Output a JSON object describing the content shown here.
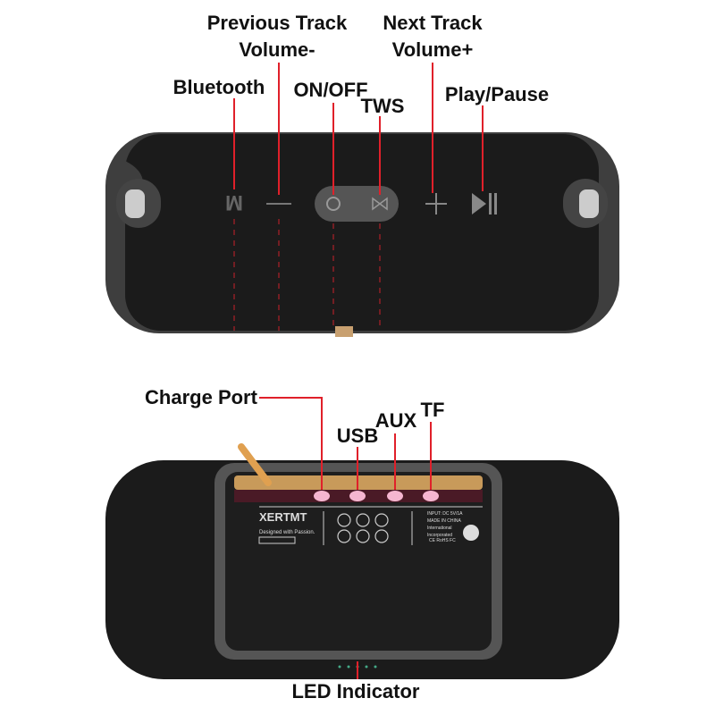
{
  "labels": {
    "previous_track": "Previous Track",
    "volume_minus": "Volume-",
    "next_track": "Next Track",
    "volume_plus": "Volume+",
    "bluetooth": "Bluetooth",
    "on_off": "ON/OFF",
    "tws": "TWS",
    "play_pause": "Play/Pause",
    "charge_port": "Charge Port",
    "usb": "USB",
    "aux": "AUX",
    "tf": "TF",
    "led_indicator": "LED Indicator"
  },
  "product_label": {
    "brand": "XERTMT",
    "tagline": "Designed with Passion.",
    "input": "INPUT: DC 5V/1A",
    "made_in": "MADE IN CHINA",
    "line3": "International",
    "line4": "Incorporated",
    "marks": "CE RoHS FC"
  },
  "colors": {
    "pointer": "#e0202a",
    "body": "#1a1a1a",
    "cap": "#4a4a4a",
    "port_strip": "#c89a5a"
  },
  "icons": [
    "bluetooth-m-icon",
    "minus-icon",
    "power-icon",
    "tws-icon",
    "plus-icon",
    "play-pause-icon"
  ]
}
